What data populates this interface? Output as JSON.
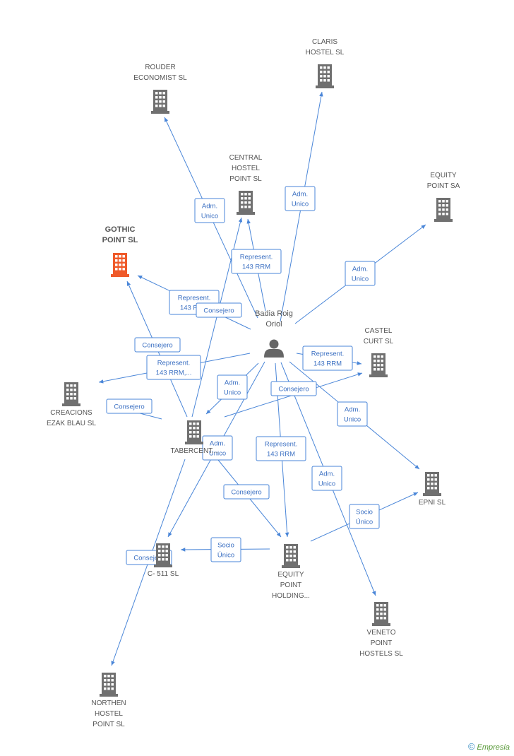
{
  "colors": {
    "edge": "#4a86d8",
    "building": "#707070",
    "focus_building": "#ef5a2a",
    "person": "#666666"
  },
  "person": {
    "label_lines": [
      "Badia Roig",
      "Oriol"
    ]
  },
  "nodes": [
    {
      "id": "claris",
      "label_lines": [
        "CLARIS",
        "HOSTEL SL"
      ],
      "focus": false
    },
    {
      "id": "rouder",
      "label_lines": [
        "ROUDER",
        "ECONOMIST SL"
      ],
      "focus": false
    },
    {
      "id": "central",
      "label_lines": [
        "CENTRAL",
        "HOSTEL",
        "POINT SL"
      ],
      "focus": false
    },
    {
      "id": "equity_sa",
      "label_lines": [
        "EQUITY",
        "POINT SA"
      ],
      "focus": false
    },
    {
      "id": "gothic",
      "label_lines": [
        "GOTHIC",
        "POINT SL"
      ],
      "focus": true
    },
    {
      "id": "castel",
      "label_lines": [
        "CASTEL",
        "CURT SL"
      ],
      "focus": false
    },
    {
      "id": "creacions",
      "label_lines": [
        "CREACIONS",
        "EZAK BLAU SL"
      ],
      "focus": false
    },
    {
      "id": "tabercent",
      "label_lines": [
        "TABERCENT..."
      ],
      "focus": false
    },
    {
      "id": "epni",
      "label_lines": [
        "EPNI SL"
      ],
      "focus": false
    },
    {
      "id": "c511",
      "label_lines": [
        "C- 511 SL"
      ],
      "focus": false
    },
    {
      "id": "equity_holding",
      "label_lines": [
        "EQUITY",
        "POINT",
        "HOLDING..."
      ],
      "focus": false
    },
    {
      "id": "veneto",
      "label_lines": [
        "VENETO",
        "POINT",
        "HOSTELS  SL"
      ],
      "focus": false
    },
    {
      "id": "northen",
      "label_lines": [
        "NORTHEN",
        "HOSTEL",
        "POINT SL"
      ],
      "focus": false
    }
  ],
  "edge_labels": [
    {
      "id": "e_rouder",
      "lines": [
        "Adm.",
        "Unico"
      ]
    },
    {
      "id": "e_claris",
      "lines": [
        "Adm.",
        "Unico"
      ]
    },
    {
      "id": "e_central",
      "lines": [
        "Represent.",
        "143 RRM"
      ]
    },
    {
      "id": "e_equity_sa",
      "lines": [
        "Adm.",
        "Unico"
      ]
    },
    {
      "id": "e_gothic_rep",
      "lines": [
        "Represent.",
        "143 RRM"
      ]
    },
    {
      "id": "e_gothic_cons",
      "lines": [
        "Consejero"
      ]
    },
    {
      "id": "e_castel",
      "lines": [
        "Represent.",
        "143 RRM"
      ]
    },
    {
      "id": "e_tab_cons",
      "lines": [
        "Consejero"
      ]
    },
    {
      "id": "e_creacions_rep",
      "lines": [
        "Represent.",
        "143 RRM,..."
      ]
    },
    {
      "id": "e_tab_adm",
      "lines": [
        "Adm.",
        "Unico"
      ]
    },
    {
      "id": "e_castel_cons",
      "lines": [
        "Consejero"
      ]
    },
    {
      "id": "e_epni",
      "lines": [
        "Adm.",
        "Unico"
      ]
    },
    {
      "id": "e_creacions_cons",
      "lines": [
        "Consejero"
      ]
    },
    {
      "id": "e_tab_c511",
      "lines": [
        "Adm.",
        "Unico"
      ]
    },
    {
      "id": "e_holding_rep",
      "lines": [
        "Represent.",
        "143 RRM"
      ]
    },
    {
      "id": "e_veneto",
      "lines": [
        "Adm.",
        "Unico"
      ]
    },
    {
      "id": "e_tab_holding",
      "lines": [
        "Consejero"
      ]
    },
    {
      "id": "e_holding_epni",
      "lines": [
        "Socio",
        "Único"
      ]
    },
    {
      "id": "e_holding_c511",
      "lines": [
        "Socio",
        "Único"
      ]
    },
    {
      "id": "e_northen",
      "lines": [
        "Consejero"
      ]
    }
  ],
  "footer": {
    "copyright": "©",
    "brand": "Empresia"
  }
}
